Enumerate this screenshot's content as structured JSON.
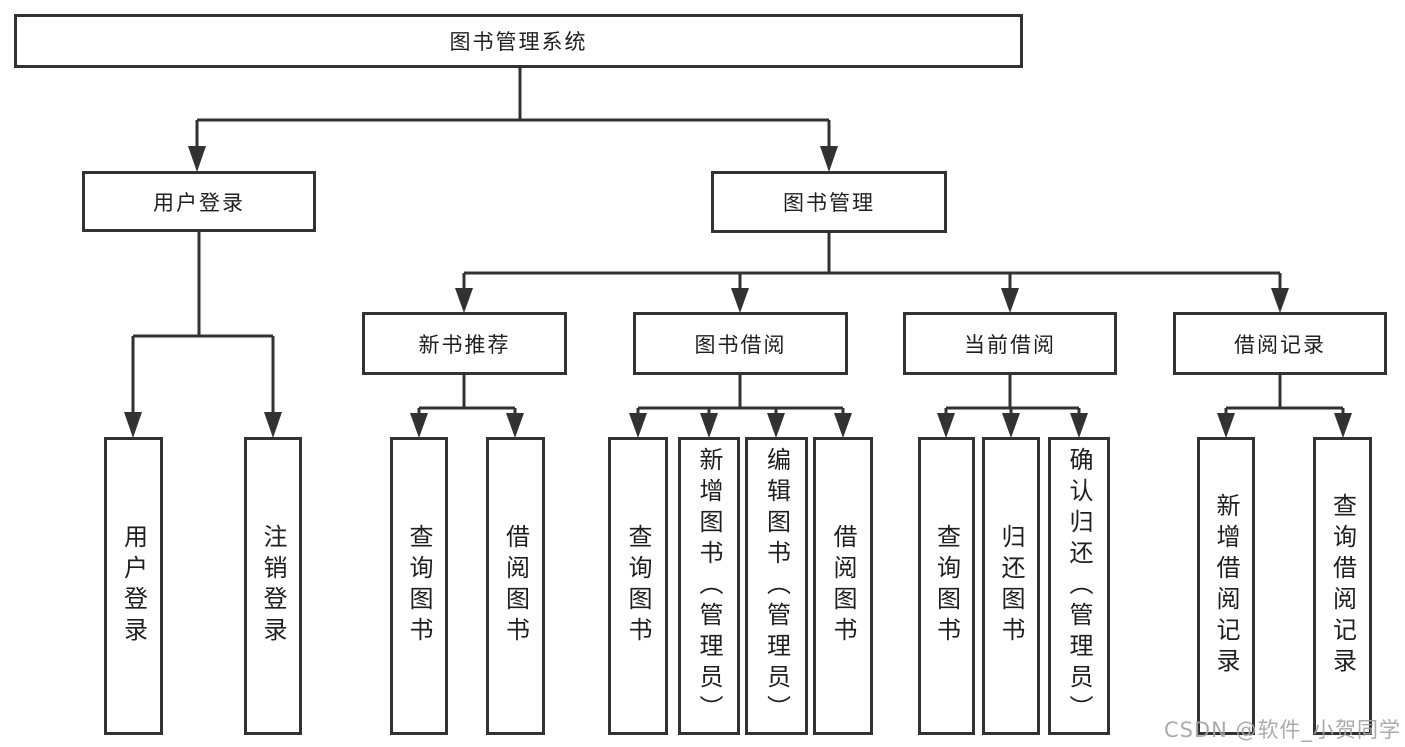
{
  "title": "图书管理系统",
  "tree": {
    "root": {
      "label": "图书管理系统"
    },
    "branches": [
      {
        "label": "用户登录",
        "children": [
          {
            "label": "用户登录"
          },
          {
            "label": "注销登录"
          }
        ]
      },
      {
        "label": "图书管理",
        "children": [
          {
            "label": "新书推荐",
            "children": [
              {
                "label": "查询图书"
              },
              {
                "label": "借阅图书"
              }
            ]
          },
          {
            "label": "图书借阅",
            "children": [
              {
                "label": "查询图书"
              },
              {
                "label": "新增图书（管理员）"
              },
              {
                "label": "编辑图书（管理员）"
              },
              {
                "label": "借阅图书"
              }
            ]
          },
          {
            "label": "当前借阅",
            "children": [
              {
                "label": "查询图书"
              },
              {
                "label": "归还图书"
              },
              {
                "label": "确认归还（管理员）"
              }
            ]
          },
          {
            "label": "借阅记录",
            "children": [
              {
                "label": "新增借阅记录"
              },
              {
                "label": "查询借阅记录"
              }
            ]
          }
        ]
      }
    ]
  },
  "watermark": {
    "text": "CSDN @软件_小贺同学",
    "color": "#a4a4a4"
  },
  "colors": {
    "background": "#ffffff",
    "box_border": "#323232",
    "connector_line": "#323232",
    "text": "#1f1f1f"
  }
}
